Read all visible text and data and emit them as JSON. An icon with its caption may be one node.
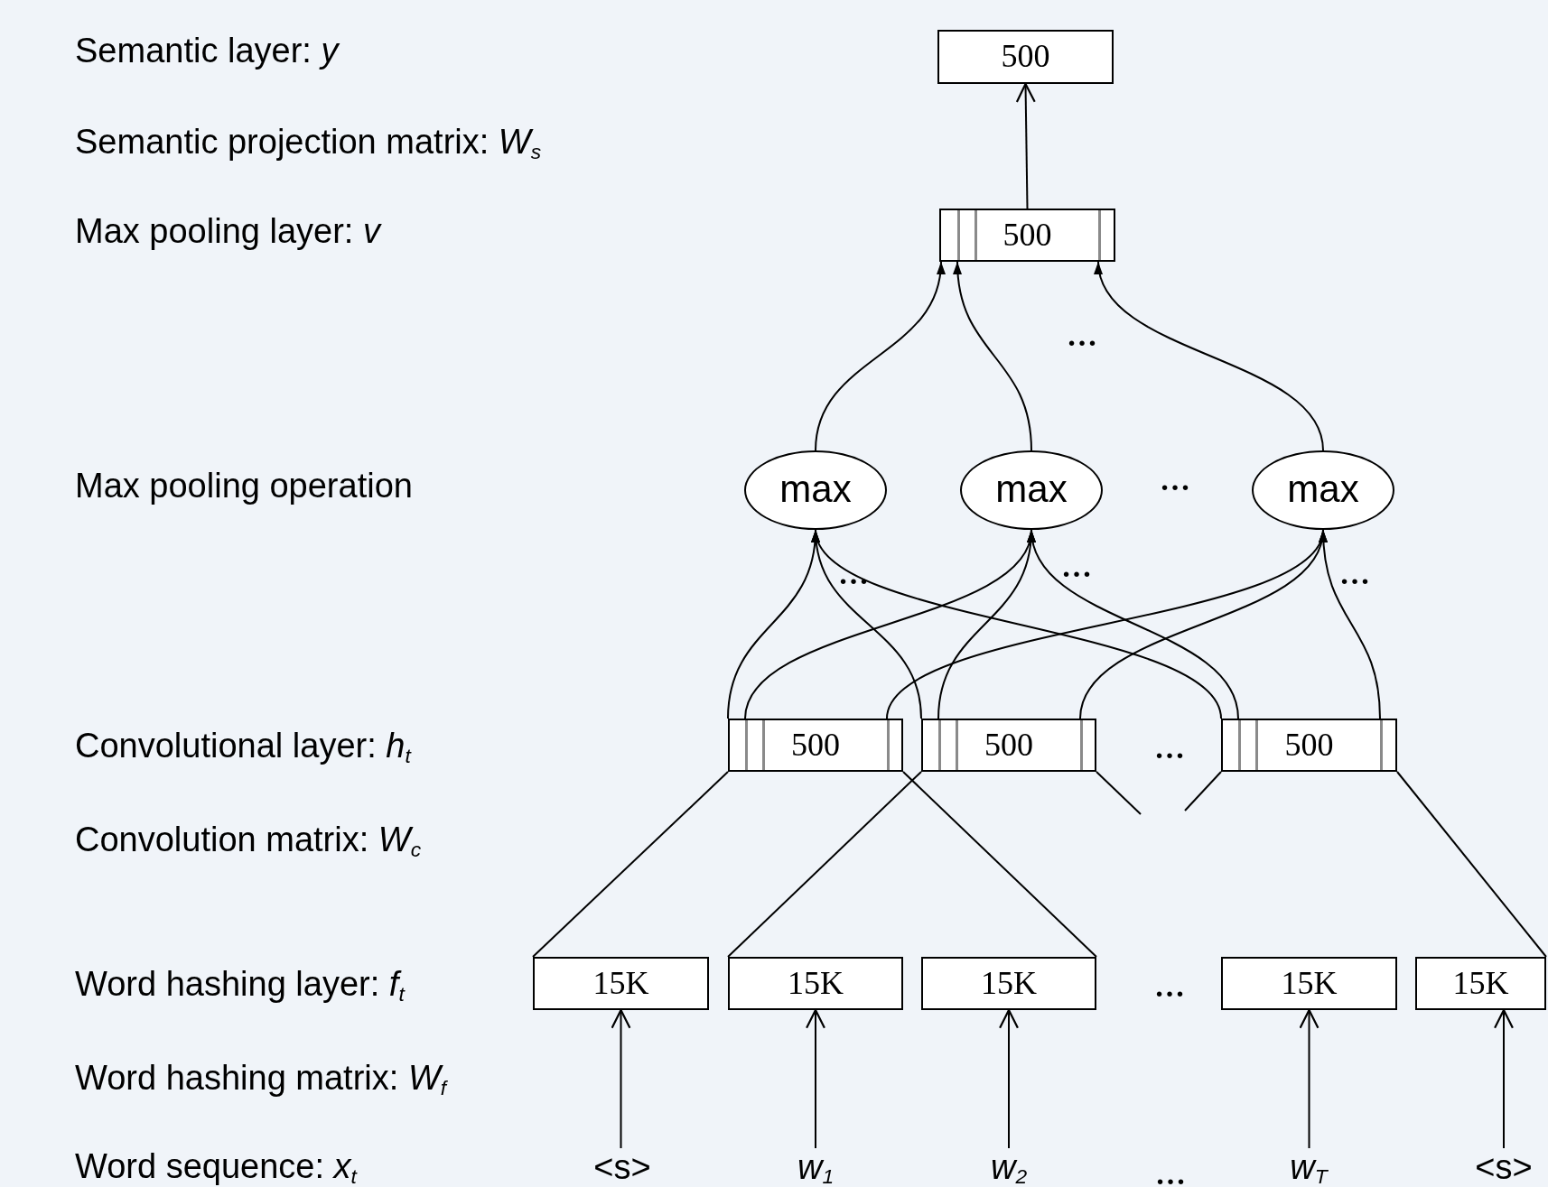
{
  "diagram": {
    "nodes": [
      {
        "text": [
          "500"
        ]
      },
      {
        "text": [
          "500"
        ]
      },
      {
        "text": [
          "max"
        ]
      },
      {
        "text": [
          "max"
        ]
      },
      {
        "text": [
          "max"
        ]
      },
      {
        "text": [
          "500"
        ]
      },
      {
        "text": [
          "500"
        ]
      },
      {
        "text": [
          "500"
        ]
      },
      {
        "text": [
          "15K"
        ]
      },
      {
        "text": [
          "15K"
        ]
      },
      {
        "text": [
          "15K"
        ]
      },
      {
        "text": [
          "15K"
        ]
      },
      {
        "text": [
          "15K"
        ]
      },
      {
        "text": [
          "<s>"
        ]
      },
      {
        "text": [
          "*w*$_{1}$"
        ]
      },
      {
        "text": [
          "*w*$_{2}$"
        ]
      },
      {
        "text": [
          "*w*$_{T}$"
        ]
      },
      {
        "text": [
          "<s>"
        ]
      }
    ],
    "edges": [
      {
        "from": 1,
        "to": 0,
        "arrow": "to"
      },
      {
        "from": 2,
        "to": 1,
        "arrow": "to"
      },
      {
        "from": 3,
        "to": 1,
        "arrow": "to"
      },
      {
        "from": 4,
        "to": 1,
        "arrow": "to"
      },
      {
        "from": 5,
        "to": 2,
        "arrow": "to"
      },
      {
        "from": 5,
        "to": 3,
        "arrow": "to"
      },
      {
        "from": 5,
        "to": 4,
        "arrow": "to"
      },
      {
        "from": 6,
        "to": 2,
        "arrow": "to"
      },
      {
        "from": 6,
        "to": 3,
        "arrow": "to"
      },
      {
        "from": 6,
        "to": 4,
        "arrow": "to"
      },
      {
        "from": 7,
        "to": 2,
        "arrow": "to"
      },
      {
        "from": 7,
        "to": 3,
        "arrow": "to"
      },
      {
        "from": 7,
        "to": 4,
        "arrow": "to"
      },
      {
        "from": 5,
        "to": 8,
        "arrow": "none"
      },
      {
        "from": 5,
        "to": 10,
        "arrow": "none"
      },
      {
        "from": 6,
        "to": 9,
        "arrow": "none"
      },
      {
        "from": 6,
        "to": null,
        "arrow": "none"
      },
      {
        "from": 7,
        "to": null,
        "arrow": "none"
      },
      {
        "from": 7,
        "to": 12,
        "arrow": "none"
      },
      {
        "from": 13,
        "to": 8,
        "arrow": "to"
      },
      {
        "from": 14,
        "to": 9,
        "arrow": "to"
      },
      {
        "from": 15,
        "to": 10,
        "arrow": "to"
      },
      {
        "from": 16,
        "to": 11,
        "arrow": "to"
      },
      {
        "from": 17,
        "to": 12,
        "arrow": "to"
      }
    ],
    "labels": [
      "Semantic layer: *y*",
      "Semantic projection matrix: *W*$_{s}$",
      "Max pooling layer: *v*",
      "…",
      "Max pooling operation",
      "…",
      "…",
      "…",
      "…",
      "Convolutional layer: *h*$_{t}$",
      "…",
      "Convolution matrix: *W*$_{c}$",
      "Word hashing layer: *f*$_{t}$",
      "…",
      "Word hashing matrix: *W*$_{f}$",
      "Word sequence: *x*$_{t}$",
      "…"
    ]
  }
}
